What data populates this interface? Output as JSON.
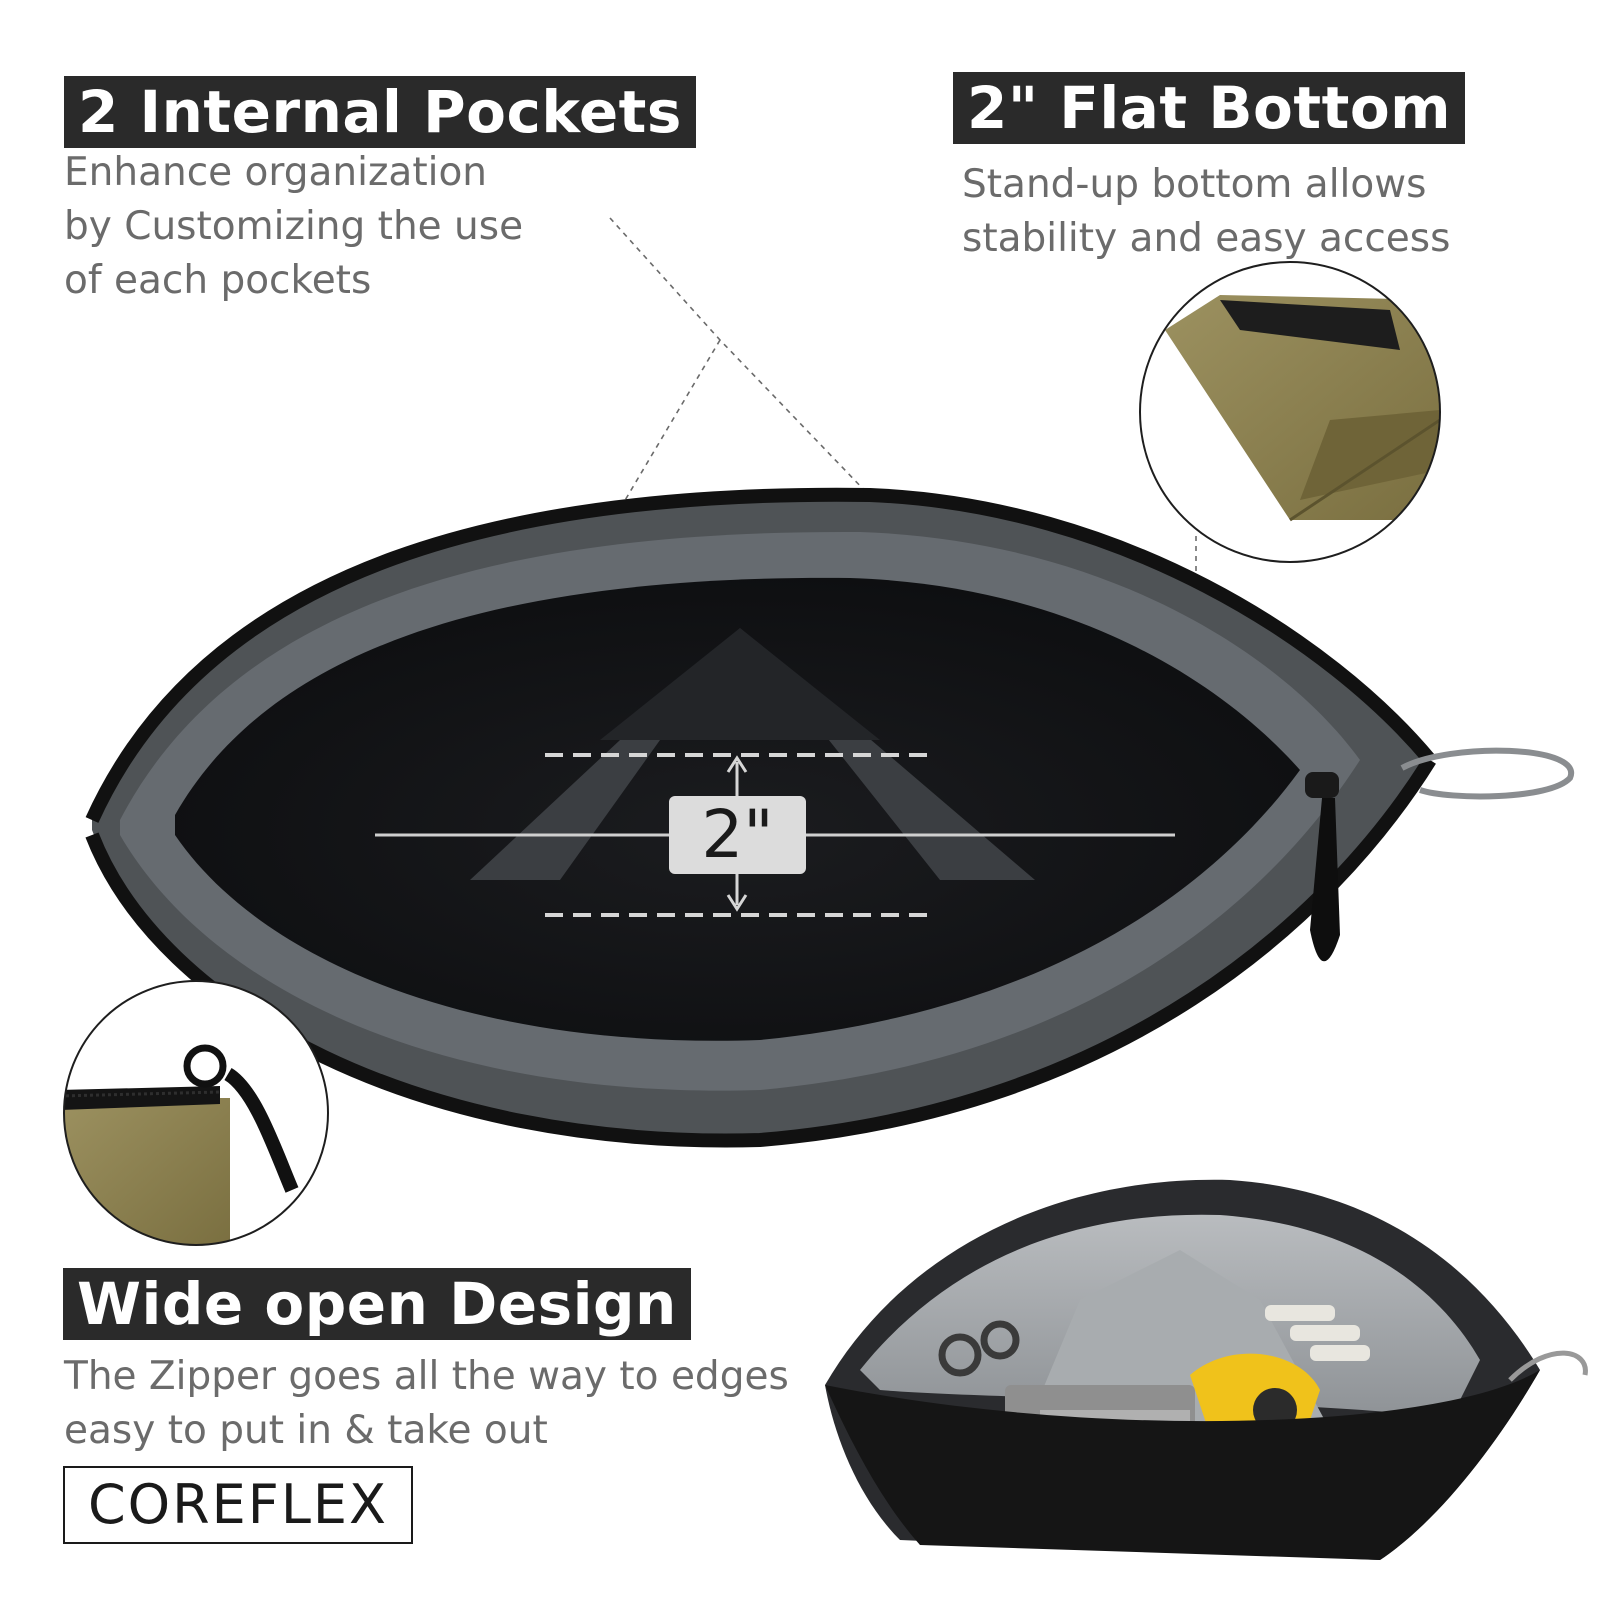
{
  "features": {
    "pockets": {
      "title": "2 Internal Pockets",
      "lines": [
        "Enhance organization",
        "by Customizing the use",
        "of each pockets"
      ]
    },
    "flat_bottom": {
      "title": "2\" Flat Bottom",
      "lines": [
        "Stand-up bottom allows",
        "stability and easy access"
      ]
    },
    "wide_open": {
      "title": "Wide open Design",
      "lines": [
        "The Zipper goes all the way to edges",
        "easy to put in & take out"
      ]
    }
  },
  "dimension_label": "2\"",
  "brand": "COREFLEX",
  "colors": {
    "heading_bg": "#2a2a2a",
    "body_text": "#6b6b6b",
    "bag_dark": "#141416",
    "bag_gray": "#55595c",
    "accent_khaki": "#8b7f4c"
  }
}
